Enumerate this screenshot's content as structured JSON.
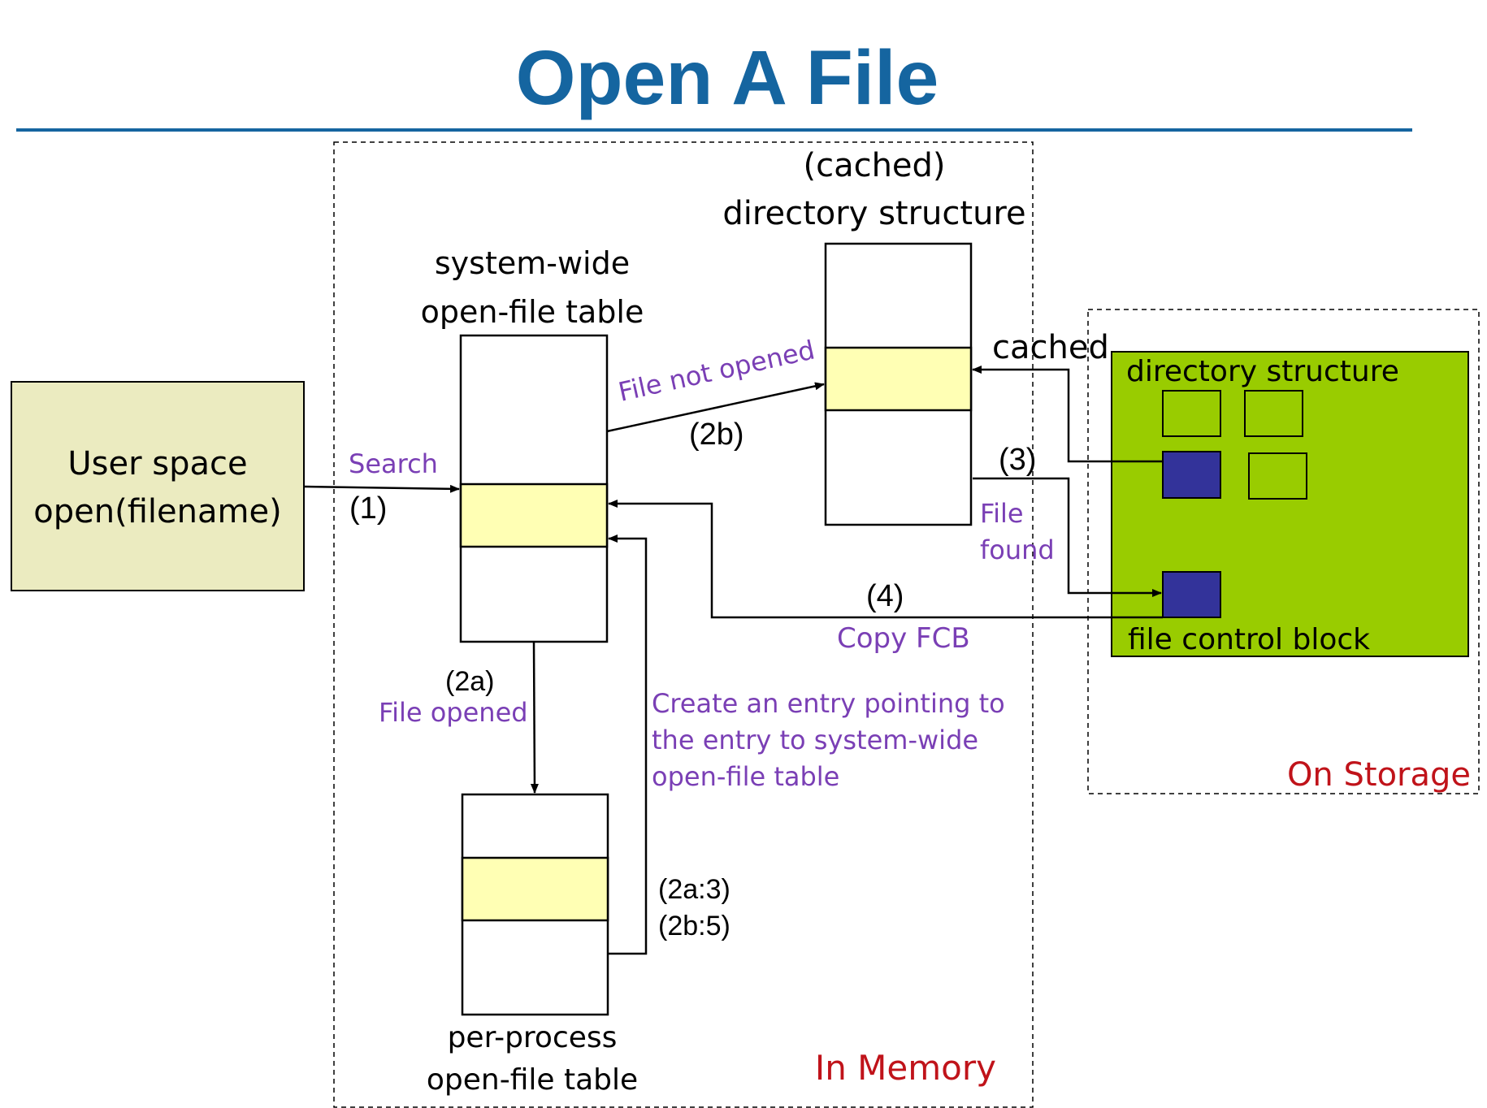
{
  "title": "Open A File",
  "labels": {
    "user_space_line1": "User space",
    "user_space_line2": "open(filename)",
    "search": "Search",
    "step1": "(1)",
    "system_wide_line1": "system-wide",
    "system_wide_line2": "open-file table",
    "cached_dir_line1": "(cached)",
    "cached_dir_line2": "directory structure",
    "file_not_opened": "File not opened",
    "step2b": "(2b)",
    "cached": "cached",
    "step3": "(3)",
    "file_found_line1": "File",
    "file_found_line2": "found",
    "step4": "(4)",
    "copy_fcb": "Copy FCB",
    "step2a": "(2a)",
    "file_opened": "File opened",
    "create_entry_line1": "Create an entry pointing to",
    "create_entry_line2": "the entry to system-wide",
    "create_entry_line3": "open-file table",
    "step2a3": "(2a:3)",
    "step2b5": "(2b:5)",
    "per_process_line1": "per-process",
    "per_process_line2": "open-file table",
    "in_memory": "In Memory",
    "storage_dir": "directory structure",
    "file_control_block": "file control block",
    "on_storage": "On Storage"
  },
  "colors": {
    "title": "#1565a0",
    "user_space_fill": "#ebebc0",
    "highlight_row": "#ffffb4",
    "storage_fill": "#99cc00",
    "fcb_fill": "#33339a",
    "annotation_purple": "#7a3fb5",
    "region_red": "#c0131a"
  }
}
